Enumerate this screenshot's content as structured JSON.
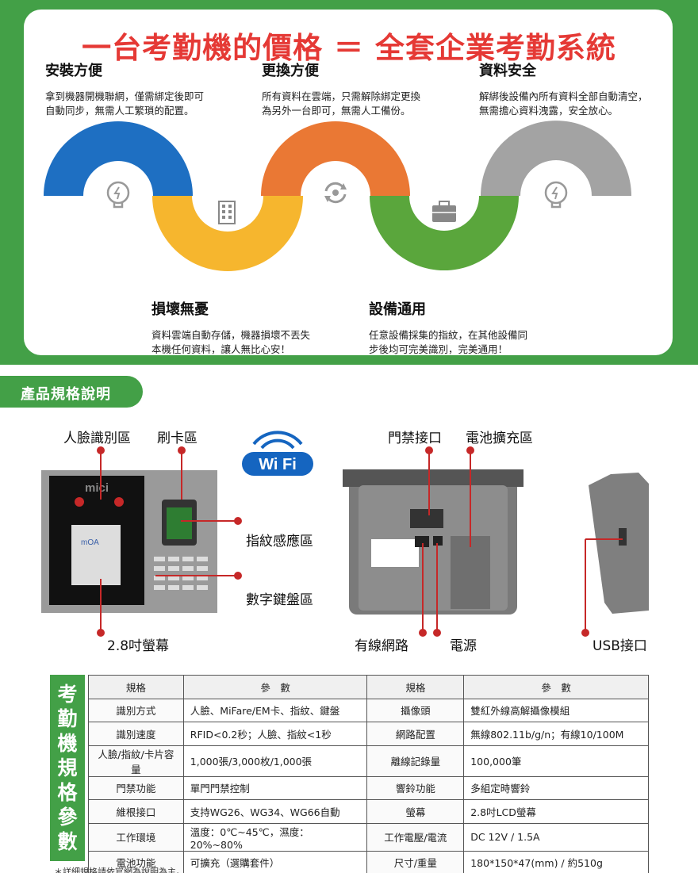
{
  "headline": "一台考勤機的價格 ＝ 全套企業考勤系統",
  "features": [
    {
      "title": "安裝方便",
      "desc_line1": "拿到機器開機聯網，僅需綁定後即可",
      "desc_line2": "自動同步，無需人工繁瑣的配置。"
    },
    {
      "title": "更換方便",
      "desc_line1": "所有資料在雲端，只需解除綁定更換",
      "desc_line2": "為另外一台即可，無需人工備份。"
    },
    {
      "title": "資料安全",
      "desc_line1": "解綁後設備內所有資料全部自動清空，",
      "desc_line2": "無需擔心資料洩露，安全放心。"
    },
    {
      "title": "損壞無憂",
      "desc_line1": "資料雲端自動存儲，機器損壞不丟失",
      "desc_line2": "本機任何資料，讓人無比心安！"
    },
    {
      "title": "設備通用",
      "desc_line1": "任意設備採集的指紋，在其他設備同",
      "desc_line2": "步後均可完美識別，完美通用！"
    }
  ],
  "wave_colors": {
    "blue": "#1e6fc2",
    "yellow": "#f6b62e",
    "orange": "#ea7834",
    "green": "#5aa63c",
    "gray": "#a3a3a3"
  },
  "icons": [
    "bulb-icon",
    "building-icon",
    "sync-icon",
    "briefcase-icon",
    "bulb-icon"
  ],
  "spec_header": "產品規格說明",
  "device_labels": {
    "face": "人臉識別區",
    "card": "刷卡區",
    "fingerprint": "指紋感應區",
    "keypad": "數字鍵盤區",
    "screen": "2.8吋螢幕",
    "door": "門禁接口",
    "battery": "電池擴充區",
    "network": "有線網路",
    "power": "電源",
    "usb": "USB接口",
    "wifi": "Wi Fi",
    "brand": "mici",
    "screen_logo": "mOA"
  },
  "table": {
    "side_title": [
      "考",
      "勤",
      "機",
      "規",
      "格",
      "參",
      "數"
    ],
    "headers": [
      "規格",
      "參　數",
      "規格",
      "參　數"
    ],
    "rows": [
      [
        "識別方式",
        "人臉、MiFare/EM卡、指紋、鍵盤",
        "攝像頭",
        "雙紅外線高解攝像模組"
      ],
      [
        "識別速度",
        "RFID<0.2秒；人臉、指紋<1秒",
        "網路配置",
        "無線802.11b/g/n；有線10/100M"
      ],
      [
        "人臉/指紋/卡片容量",
        "1,000張/3,000枚/1,000張",
        "離線記錄量",
        "100,000筆"
      ],
      [
        "門禁功能",
        "單門門禁控制",
        "響鈴功能",
        "多組定時響鈴"
      ],
      [
        "維根接口",
        "支持WG26、WG34、WG66自動",
        "螢幕",
        "2.8吋LCD螢幕"
      ],
      [
        "工作環境",
        "溫度：0℃~45℃，濕度：20%~80%",
        "工作電壓/電流",
        "DC 12V / 1.5A"
      ],
      [
        "電池功能",
        "可擴充（選購套件）",
        "尺寸/重量",
        "180*150*47(mm) / 約510g"
      ]
    ]
  },
  "footnote": "＊詳細規格請依官網為說明為主。"
}
